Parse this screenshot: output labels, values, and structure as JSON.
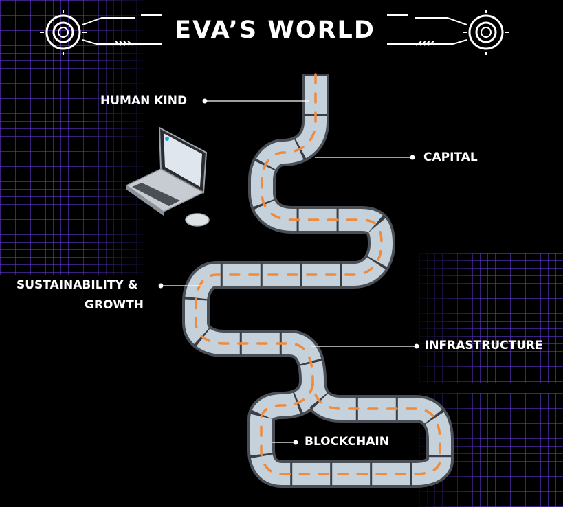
{
  "title": "EVA’S WORLD",
  "labels": {
    "human_kind": "HUMAN KIND",
    "capital": "CAPITAL",
    "sustainability_line1": "SUSTAINABILITY &",
    "sustainability_line2": "GROWTH",
    "infrastructure": "INFRASTRUCTURE",
    "blockchain": "BLOCKCHAIN"
  },
  "colors": {
    "background": "#000000",
    "grid": "#6e3ce6",
    "road_fill": "#c5d2dc",
    "road_border": "#4a4f56",
    "road_dash": "#f08a3c",
    "text": "#ffffff"
  },
  "icons": [
    "hud-emblem-icon",
    "laptop-icon",
    "mouse-icon"
  ]
}
